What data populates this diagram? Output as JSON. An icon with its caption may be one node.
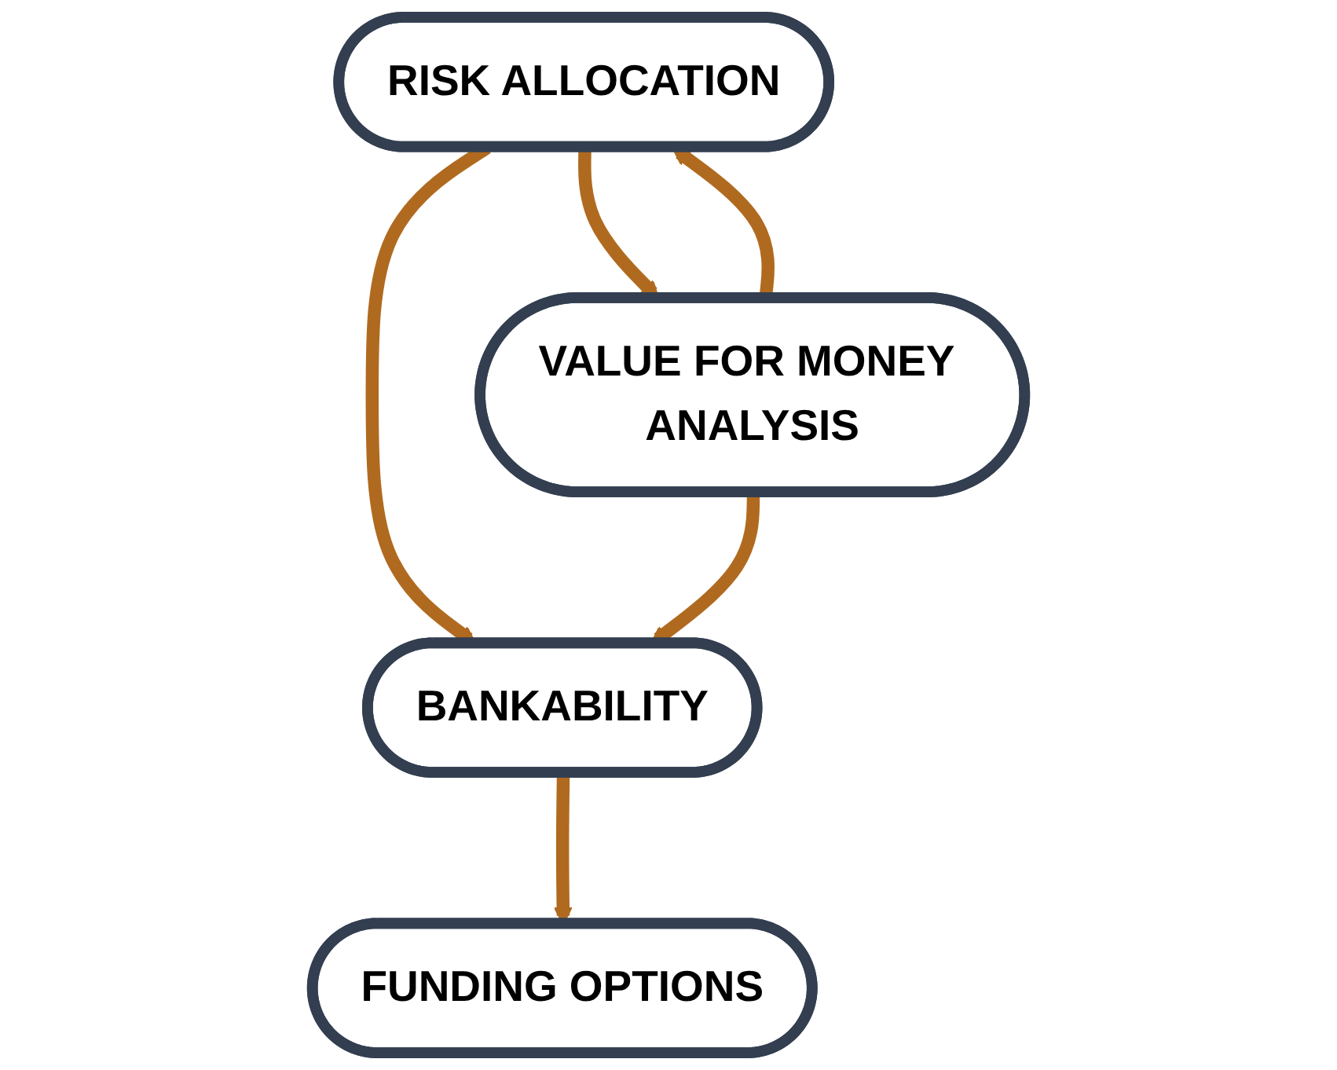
{
  "diagram": {
    "nodes": [
      {
        "text": [
          "RISK ALLOCATION"
        ]
      },
      {
        "text": [
          "VALUE FOR MONEY ANALYSIS"
        ]
      },
      {
        "text": [
          "BANKABILITY"
        ]
      },
      {
        "text": [
          "FUNDING OPTIONS"
        ]
      }
    ],
    "edges": [
      {
        "from": 0,
        "to": 1,
        "arrow": "to"
      },
      {
        "from": 1,
        "to": 0,
        "arrow": "to"
      },
      {
        "from": 0,
        "to": 2,
        "arrow": "to"
      },
      {
        "from": 1,
        "to": 2,
        "arrow": "to"
      },
      {
        "from": 2,
        "to": 3,
        "arrow": "to"
      }
    ]
  }
}
